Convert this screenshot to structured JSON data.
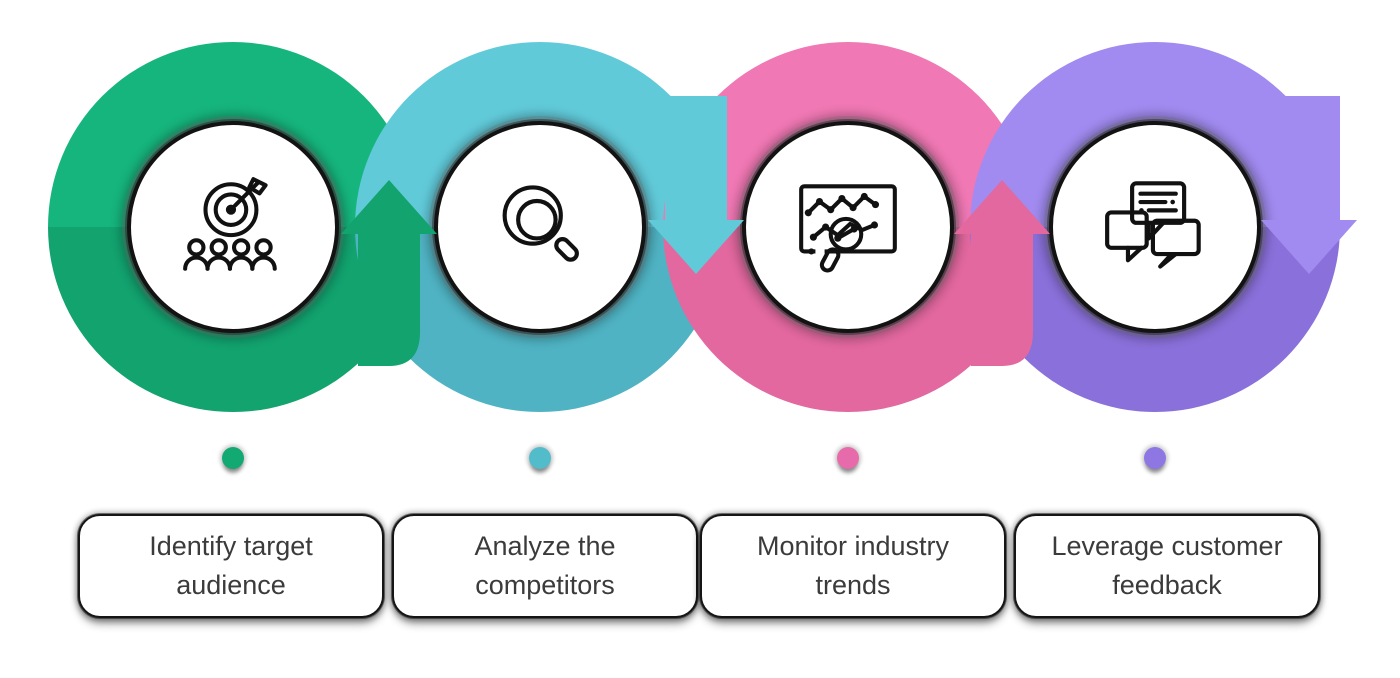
{
  "palette": {
    "background": "#ffffff",
    "text": "#3b3b3b",
    "outline": "#141414",
    "icon_stroke": "#111111"
  },
  "steps": [
    {
      "label": "Identify target audience",
      "icon": "target-audience-icon",
      "ring_color_light": "#16b57d",
      "ring_color_dark": "#12a36f",
      "dot_color": "#13a973",
      "arrow_direction": "up"
    },
    {
      "label": "Analyze the competitors",
      "icon": "magnifying-glass-icon",
      "ring_color_light": "#61cad9",
      "ring_color_dark": "#4fb3c3",
      "dot_color": "#53bccb",
      "arrow_direction": "down"
    },
    {
      "label": "Monitor industry trends",
      "icon": "trend-analysis-icon",
      "ring_color_light": "#f078b4",
      "ring_color_dark": "#e2689f",
      "dot_color": "#e76bab",
      "arrow_direction": "up"
    },
    {
      "label": "Leverage customer feedback",
      "icon": "customer-feedback-icon",
      "ring_color_light": "#a18bf0",
      "ring_color_dark": "#8a70da",
      "dot_color": "#8f77e3",
      "arrow_direction": "down"
    }
  ]
}
